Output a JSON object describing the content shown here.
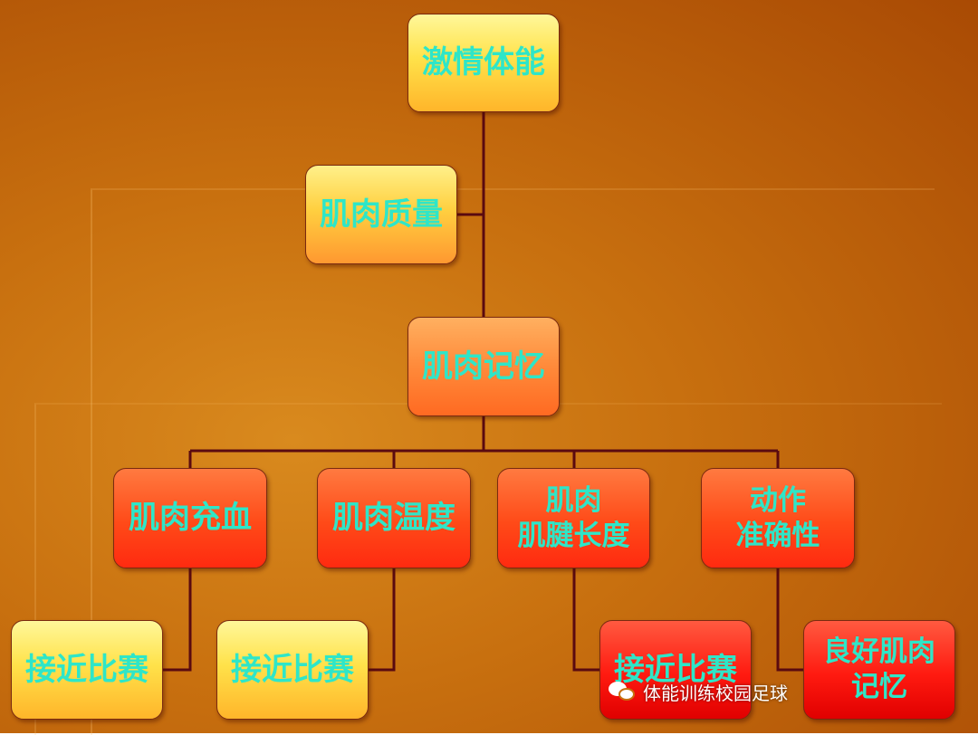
{
  "nodes": {
    "root": {
      "text": "激情体能"
    },
    "muscle_quality": {
      "text": "肌肉质量"
    },
    "muscle_memory": {
      "text": "肌肉记忆"
    },
    "muscle_hyperemia": {
      "text": "肌肉充血"
    },
    "muscle_temperature": {
      "text": "肌肉温度"
    },
    "muscle_tendon_length": {
      "line1": "肌肉",
      "line2": "肌腱长度"
    },
    "movement_accuracy": {
      "line1": "动作",
      "line2": "准确性"
    },
    "close_to_match_1": {
      "text": "接近比赛"
    },
    "close_to_match_2": {
      "text": "接近比赛"
    },
    "close_to_match_3": {
      "text": "接近比赛"
    },
    "good_muscle_memory": {
      "line1": "良好肌肉",
      "line2": "记忆"
    }
  },
  "watermark": {
    "text": "体能训练校园足球"
  },
  "colors": {
    "text": "#2ee6c8",
    "connector": "#5a0a10",
    "background": "#c8700f"
  }
}
